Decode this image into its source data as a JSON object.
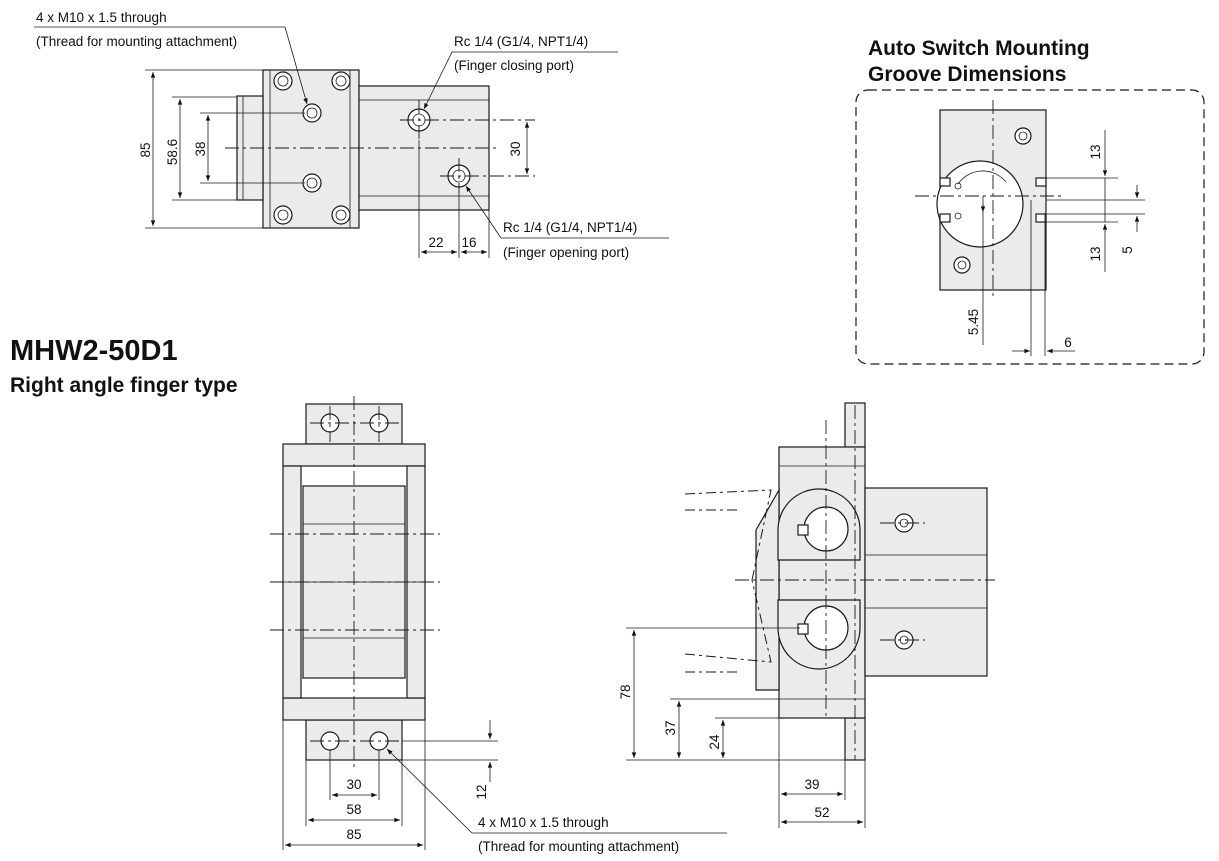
{
  "top_view": {
    "callout_mount_1": "4 x M10 x 1.5 through",
    "callout_mount_2": "(Thread for mounting attachment)",
    "callout_close_1": "Rc 1/4 (G1/4, NPT1/4)",
    "callout_close_2": "(Finger closing port)",
    "callout_open_1": "Rc 1/4 (G1/4, NPT1/4)",
    "callout_open_2": "(Finger opening port)",
    "dim_85": "85",
    "dim_58_6": "58.6",
    "dim_38": "38",
    "dim_30": "30",
    "dim_22": "22",
    "dim_16": "16"
  },
  "auto_switch": {
    "title_1": "Auto Switch Mounting",
    "title_2": "Groove Dimensions",
    "dim_13a": "13",
    "dim_13b": "13",
    "dim_5": "5",
    "dim_5_45": "5.45",
    "dim_6": "6"
  },
  "model": {
    "name": "MHW2-50D1",
    "subtitle": "Right angle finger type"
  },
  "front_view": {
    "dim_12": "12",
    "dim_30": "30",
    "dim_58": "58",
    "dim_85": "85",
    "callout_mount_1": "4 x M10 x 1.5 through",
    "callout_mount_2": "(Thread for mounting attachment)"
  },
  "side_view": {
    "dim_78": "78",
    "dim_37": "37",
    "dim_24": "24",
    "dim_39": "39",
    "dim_52": "52"
  }
}
